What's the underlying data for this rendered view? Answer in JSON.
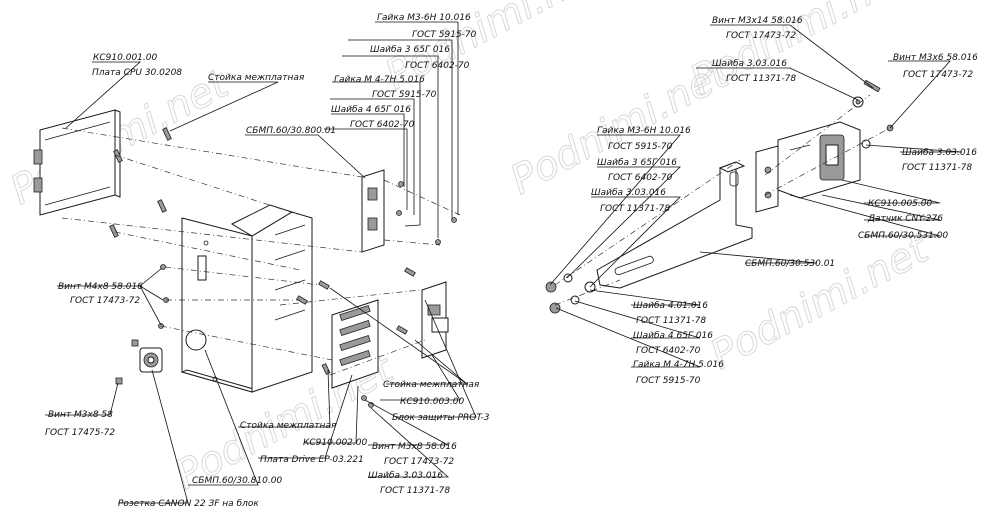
{
  "watermarks": [
    "Podnimi.net",
    "Podnimi.net",
    "Podnimi.net",
    "Podnimi.net",
    "Podnimi.net",
    "Podnimi.net"
  ],
  "labels": {
    "gayka_m3_left": "Гайка М3-6Н 10.016",
    "gost_5915_top": "ГОСТ 5915-70",
    "shayba_3_65g_top": "Шайба 3 65Г 016",
    "gost_6402_top": "ГОСТ 6402-70",
    "gayka_m4": "Гайка М 4-7Н 5.016",
    "gost_5915_mid": "ГОСТ 5915-70",
    "shayba_4_65g": "Шайба 4 65Г 016",
    "gost_6402_mid": "ГОСТ 6402-70",
    "sbmp_800": "СБМП.60/30.800.01",
    "ks910_001": "КС910.001.00",
    "plata_cpu": "Плата CPU 30.0208",
    "stoyka_top": "Стойка межплатная",
    "vint_m4": "Винт М4х8 58.016",
    "gost_17473_m4": "ГОСТ 17473-72",
    "vint_m3x8_left": "Винт М3х8 58",
    "gost_17475": "ГОСТ 17475-72",
    "rozetka": "Розетка CANON 22 ЗF на блок",
    "sbmp_810": "СБМП.60/30.810.00",
    "plata_drive": "Плата Drive EP-03.221",
    "ks910_002": "КС910.002.00",
    "stoyka_bottom": "Стойка межплатная",
    "stoyka_right": "Стойка межплатная",
    "ks910_003": "КС910.003.00",
    "blok_zashity": "Блок защиты PROT-3",
    "vint_m3x8_right": "Винт М3х8 58.016",
    "gost_17473_b": "ГОСТ 17473-72",
    "shayba_303": "Шайба 3.03.016",
    "gost_11371_b": "ГОСТ 11371-78",
    "vint_m3x14": "Винт М3х14 58.016",
    "gost_17473_r1": "ГОСТ 17473-72",
    "shayba_303_r1": "Шайба 3.03.016",
    "gost_11371_r1": "ГОСТ 11371-78",
    "vint_m3x6": "Винт М3х6 58.016",
    "gost_17473_r2": "ГОСТ 17473-72",
    "gayka_m3_right": "Гайка М3-6Н 10.016",
    "gost_5915_r": "ГОСТ 5915-70",
    "shayba_3_65g_r": "Шайба 3 65Г 016",
    "gost_6402_r": "ГОСТ 6402-70",
    "shayba_303_r2": "Шайба 3.03.016",
    "gost_11371_r2": "ГОСТ 11371-78",
    "shayba_303_r3": "Шайба 3.03.016",
    "gost_11371_r3": "ГОСТ 11371-78",
    "ks910_005": "КС910.005.00",
    "datchik": "Датчик CNY-276",
    "sbmp_531": "СБМП.60/30.531.00",
    "sbmp_530": "СБМП.60/30.530.01",
    "shayba_401": "Шайба 4.01.016",
    "gost_11371_r4": "ГОСТ 11371-78",
    "shayba_4_65g_r": "Шайба 4 65Г 016",
    "gost_6402_r2": "ГОСТ 6402-70",
    "gayka_m4_r": "Гайка М 4-7Н 5.016",
    "gost_5915_r2": "ГОСТ 5915-70"
  }
}
